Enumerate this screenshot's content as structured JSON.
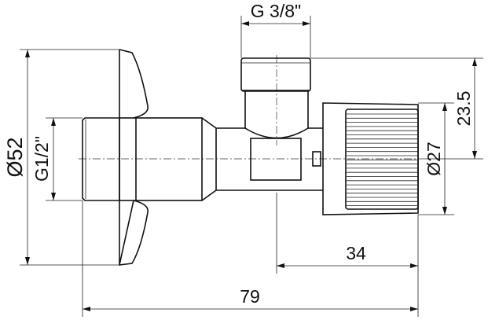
{
  "drawing": {
    "dimensions": {
      "outlet_thread": "G 3/8\"",
      "outlet_height": "23.5",
      "flange_diameter": "Ø52",
      "inlet_thread": "G1/2\"",
      "knob_diameter": "Ø27",
      "outlet_to_knob": "34",
      "overall_length": "79"
    }
  }
}
